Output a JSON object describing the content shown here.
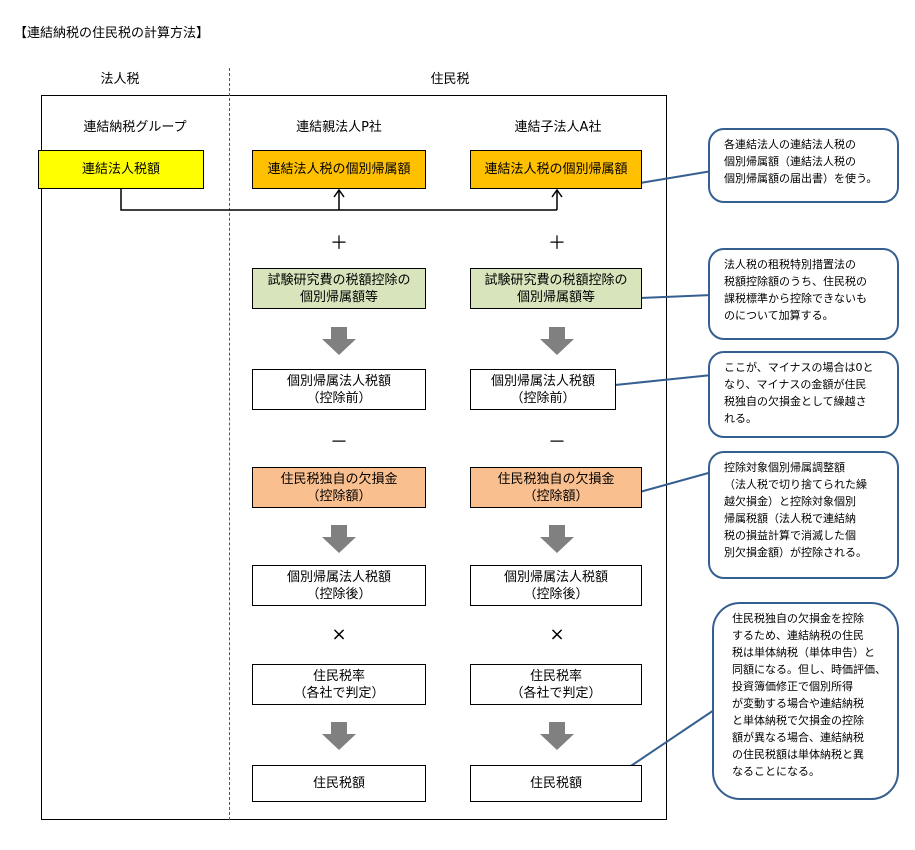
{
  "title": "【連結納税の住民税の計算方法】",
  "columns": {
    "corporate_tax": "法人税",
    "resident_tax": "住民税"
  },
  "entities": {
    "group": "連結納税グループ",
    "parent": "連結親法人P社",
    "child": "連結子法人A社"
  },
  "group_box": "連結法人税額",
  "parent_steps": [
    {
      "line1": "連結法人税の個別帰属額",
      "line2": ""
    },
    {
      "line1": "試験研究費の税額控除の",
      "line2": "個別帰属額等"
    },
    {
      "line1": "個別帰属法人税額",
      "line2": "（控除前）"
    },
    {
      "line1": "住民税独自の欠損金",
      "line2": "（控除額）"
    },
    {
      "line1": "個別帰属法人税額",
      "line2": "（控除後）"
    },
    {
      "line1": "住民税率",
      "line2": "（各社で判定）"
    },
    {
      "line1": "住民税額",
      "line2": ""
    }
  ],
  "child_steps": [
    {
      "line1": "連結法人税の個別帰属額",
      "line2": ""
    },
    {
      "line1": "試験研究費の税額控除の",
      "line2": "個別帰属額等"
    },
    {
      "line1": "個別帰属法人税額",
      "line2": "（控除前）"
    },
    {
      "line1": "住民税独自の欠損金",
      "line2": "（控除額）"
    },
    {
      "line1": "個別帰属法人税額",
      "line2": "（控除後）"
    },
    {
      "line1": "住民税率",
      "line2": "（各社で判定）"
    },
    {
      "line1": "住民税額",
      "line2": ""
    }
  ],
  "operators": {
    "plus": "＋",
    "minus": "－",
    "times": "×"
  },
  "callouts": [
    [
      "各連結法人の連結法人税の",
      "個別帰属額（連結法人税の",
      "個別帰属額の届出書）を使う。"
    ],
    [
      "法人税の租税特別措置法の",
      "税額控除額のうち、住民税の",
      "課税標準から控除できないも",
      "のについて加算する。"
    ],
    [
      "ここが、マイナスの場合は0と",
      "なり、マイナスの金額が住民",
      "税独自の欠損金として繰越さ",
      "れる。"
    ],
    [
      "控除対象個別帰属調整額",
      "（法人税で切り捨てられた繰",
      "越欠損金）と控除対象個別",
      "帰属税額（法人税で連結納",
      "税の損益計算で消滅した個",
      "別欠損金額）が控除される。"
    ],
    [
      "住民税独自の欠損金を控除",
      "するため、連結納税の住民",
      "税は単体納税（単体申告）と",
      "同額になる。但し、時価評価、",
      "投資簿価修正で個別所得",
      "が変動する場合や連結納税",
      "と単体納税で欠損金の控除",
      "額が異なる場合、連結納税",
      "の住民税額は単体納税と異",
      "なることになる。"
    ]
  ],
  "colors": {
    "yellow": "#ffff00",
    "orange": "#ffc000",
    "green": "#d8e4bc",
    "salmon": "#fabf8f",
    "callout_border": "#365f91",
    "arrow_gray": "#808080"
  }
}
